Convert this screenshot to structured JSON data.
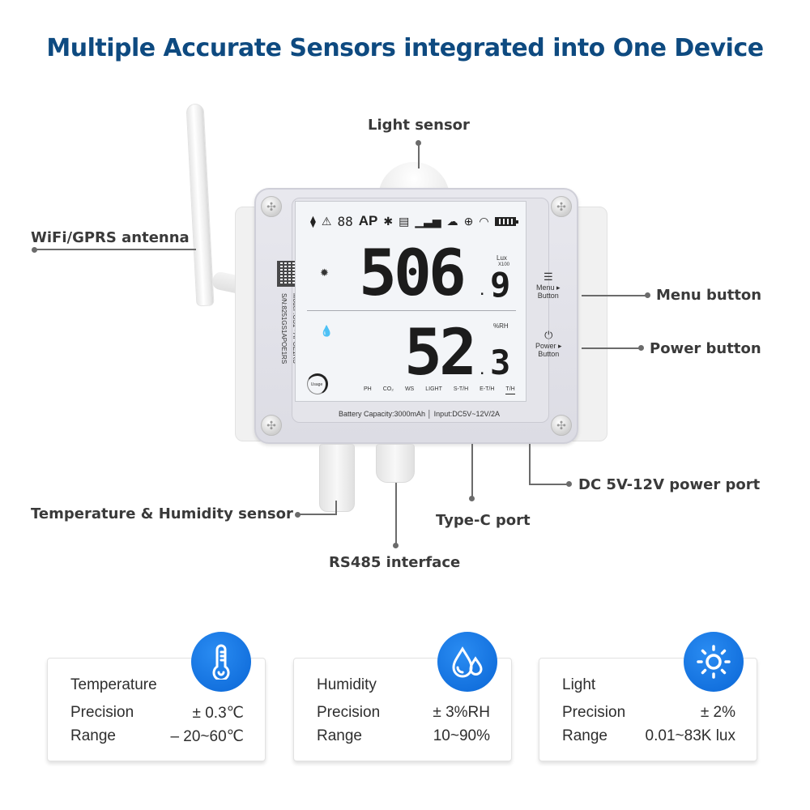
{
  "title": "Multiple Accurate Sensors integrated into One Device",
  "callouts": {
    "light_sensor": "Light sensor",
    "antenna": "WiFi/GPRS antenna",
    "menu_button": "Menu button",
    "power_button": "Power button",
    "power_port": "DC 5V-12V power port",
    "type_c": "Type-C port",
    "th_sensor": "Temperature & Humidity sensor",
    "rs485": "RS485 interface"
  },
  "device": {
    "status_bar": {
      "alarm_digits": "88",
      "ap": "AP",
      "icons": [
        "probe-icon",
        "warning-icon",
        "bluetooth-icon",
        "sd-card-icon",
        "signal-icon",
        "cloud-icon",
        "globe-icon",
        "wifi-icon",
        "battery-icon"
      ]
    },
    "reading_top": {
      "main": "506",
      "decimal": "9",
      "unit": "Lux",
      "unit_multiplier": "X100"
    },
    "reading_bottom": {
      "main": "52",
      "decimal": "3",
      "unit": "%RH"
    },
    "usage_label": "Usage",
    "modes": [
      "PH",
      "CO₂",
      "WS",
      "LIGHT",
      "S-T/H",
      "E-T/H",
      "T/H"
    ],
    "active_mode": "T/H",
    "model": "Model :GS1 - APOE1RS",
    "serial": "S/N:8251GS1APOE1RS",
    "menu_button": {
      "line1": "Menu ▸",
      "line2": "Button"
    },
    "power_button": {
      "line1": "Power ▸",
      "line2": "Button"
    },
    "specs": "Battery Capacity:3000mAh │ Input:DC5V~12V/2A"
  },
  "cards": [
    {
      "title": "Temperature",
      "icon": "thermometer-icon",
      "precision_label": "Precision",
      "precision": "± 0.3℃",
      "range_label": "Range",
      "range": "– 20~60℃"
    },
    {
      "title": "Humidity",
      "icon": "water-drops-icon",
      "precision_label": "Precision",
      "precision": "± 3%RH",
      "range_label": "Range",
      "range": "10~90%"
    },
    {
      "title": "Light",
      "icon": "sun-icon",
      "precision_label": "Precision",
      "precision": "± 2%",
      "range_label": "Range",
      "range": "0.01~83K  lux"
    }
  ],
  "colors": {
    "title": "#0e4a80",
    "icon_circle": "#0a66d6",
    "callout_text": "#3a3a3a"
  }
}
